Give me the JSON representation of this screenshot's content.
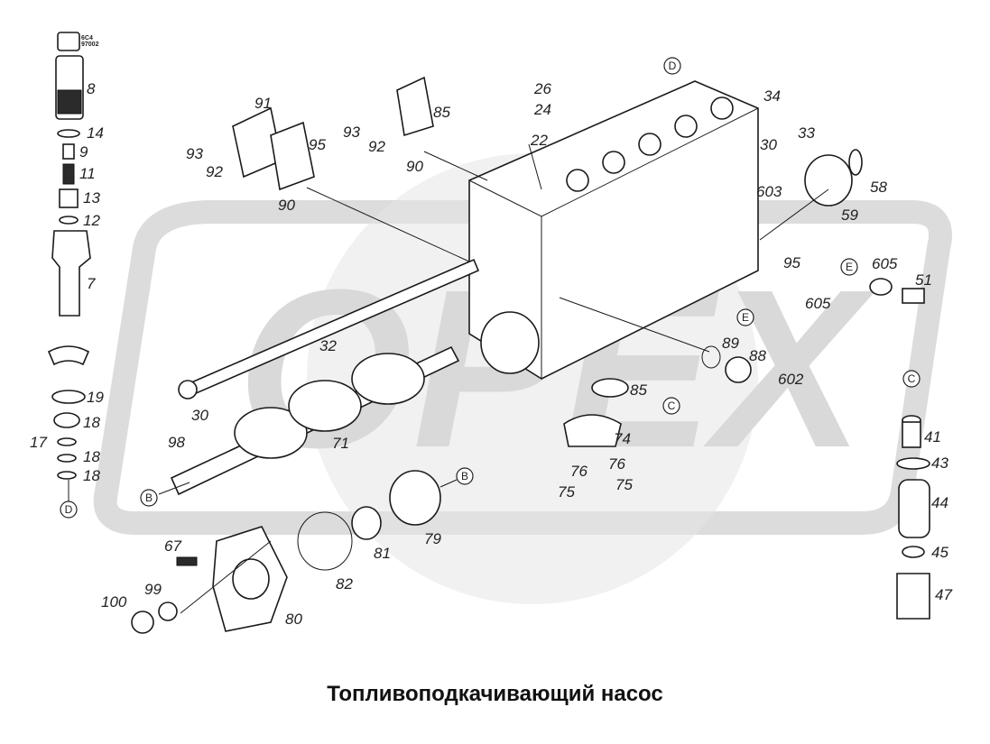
{
  "title": "Топливоподкачивающий насос",
  "watermark_text": "OPEX",
  "colors": {
    "watermark": "#d9d9d9",
    "line": "#1a1a1a",
    "background": "#ffffff"
  },
  "stamp": {
    "line1": "6C4",
    "line2": "97002"
  },
  "ref_letters": [
    "D",
    "B",
    "B",
    "C",
    "C",
    "D",
    "E",
    "E"
  ],
  "callouts": [
    "8",
    "14",
    "9",
    "11",
    "13",
    "12",
    "7",
    "19",
    "18",
    "17",
    "18",
    "18",
    "91",
    "95",
    "93",
    "92",
    "90",
    "85",
    "93",
    "92",
    "90",
    "26",
    "24",
    "22",
    "34",
    "30",
    "33",
    "603",
    "58",
    "59",
    "95",
    "605",
    "51",
    "605",
    "89",
    "88",
    "602",
    "85",
    "C",
    "32",
    "30",
    "71",
    "98",
    "74",
    "76",
    "76",
    "75",
    "75",
    "79",
    "81",
    "82",
    "67",
    "100",
    "99",
    "80",
    "41",
    "43",
    "44",
    "45",
    "47"
  ]
}
